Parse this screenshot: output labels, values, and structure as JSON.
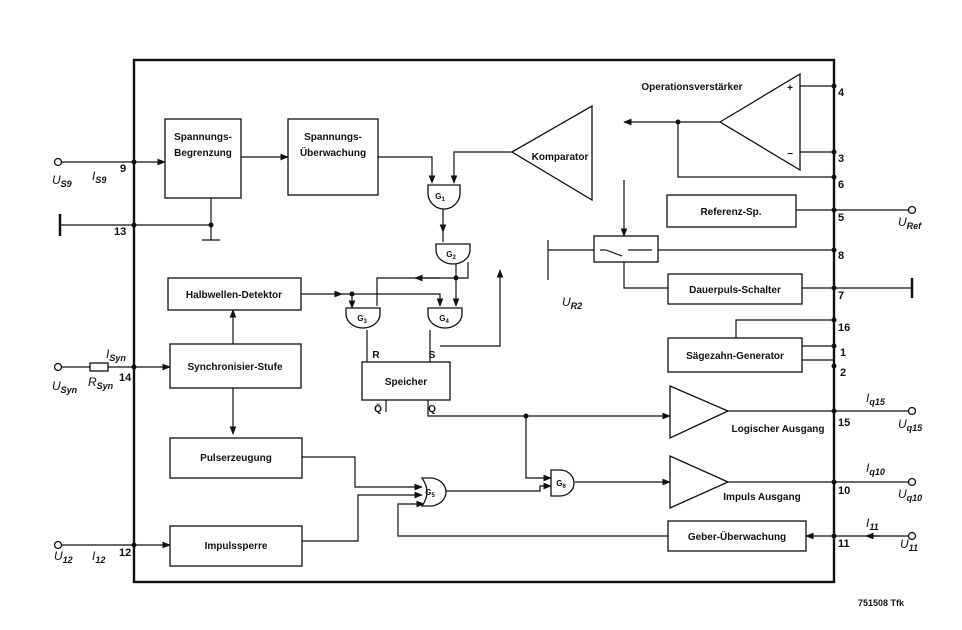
{
  "blocks": {
    "spannungsbegrenzung": [
      "Spannungs-",
      "Begrenzung"
    ],
    "spannungsueberwachung": [
      "Spannungs-",
      "Überwachung"
    ],
    "halbwellen": "Halbwellen-Detektor",
    "synchronisier": "Synchronisier-Stufe",
    "pulserzeugung": "Pulserzeugung",
    "impulssperre": "Impulssperre",
    "speicher": "Speicher",
    "speicher_r": "R",
    "speicher_s": "S",
    "speicher_qbar": "Q̄",
    "speicher_q": "Q",
    "referenz": "Referenz-Sp.",
    "dauerpuls": "Dauerpuls-Schalter",
    "saegezahn": "Sägezahn-Generator",
    "geber": "Geber-Überwachung",
    "komparator": "Komparator",
    "opamp": "Operationsverstärker",
    "opamp_plus": "+",
    "opamp_minus": "−",
    "logisch": "Logischer Ausgang",
    "impuls": "Impuls Ausgang"
  },
  "gates": {
    "g1": [
      "G",
      "1"
    ],
    "g2": [
      "G",
      "2"
    ],
    "g3": [
      "G",
      "3"
    ],
    "g4": [
      "G",
      "4"
    ],
    "g5": [
      "G",
      "5"
    ],
    "g6": [
      "G",
      "6"
    ]
  },
  "pins": {
    "p9": "9",
    "p13": "13",
    "p14": "14",
    "p12": "12",
    "p4": "4",
    "p3": "3",
    "p6": "6",
    "p5": "5",
    "p8": "8",
    "p7": "7",
    "p16": "16",
    "p1": "1",
    "p2": "2",
    "p15": "15",
    "p10": "10",
    "p11": "11"
  },
  "signals": {
    "us9": [
      "U",
      "S9"
    ],
    "is9": [
      "I",
      "S9"
    ],
    "isyn": [
      "I",
      "Syn"
    ],
    "usyn": [
      "U",
      "Syn"
    ],
    "rsyn": [
      "R",
      "Syn"
    ],
    "u12": [
      "U",
      "12"
    ],
    "i12": [
      "I",
      "12"
    ],
    "uref": [
      "U",
      "Ref"
    ],
    "ur2": [
      "U",
      "R2"
    ],
    "iq15": [
      "I",
      "q15"
    ],
    "uq15": [
      "U",
      "q15"
    ],
    "iq10": [
      "I",
      "q10"
    ],
    "uq10": [
      "U",
      "q10"
    ],
    "i11": [
      "I",
      "11"
    ],
    "u11": [
      "U",
      "11"
    ]
  },
  "figure_id": "751508 Tfk"
}
